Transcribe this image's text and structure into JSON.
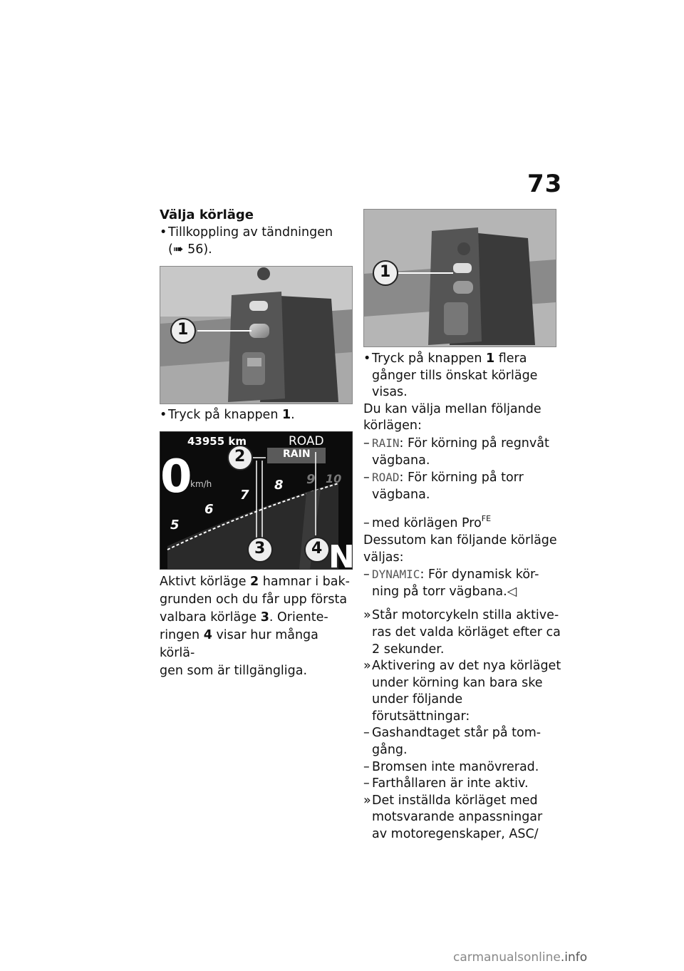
{
  "page_number": "73",
  "left": {
    "heading": "Välja körläge",
    "bullet1_line1": "Tillkoppling av tändningen",
    "bullet1_line2": "56).",
    "bullet1_open": "(",
    "fig1_labels": [
      "1"
    ],
    "bullet2_text": "Tryck på knappen ",
    "bullet2_num": "1",
    "bullet2_tail": ".",
    "dash": {
      "odometer": "43955 km",
      "mode_current": "ROAD",
      "mode_selected": "RAIN",
      "unit": "km/h",
      "digits": [
        "5",
        "6",
        "7",
        "8",
        "9",
        "10"
      ],
      "gear": "N",
      "callouts": [
        "2",
        "3",
        "4"
      ],
      "left_char": "0"
    },
    "para_lines": [
      "Aktivt körläge ",
      "2",
      " hamnar i bak-",
      "grunden och du får upp första",
      "valbara körläge ",
      "3",
      ". Oriente-",
      "ringen ",
      "4",
      " visar hur många körlä-",
      "gen som är tillgängliga."
    ]
  },
  "right": {
    "fig_labels": [
      "1"
    ],
    "bullet_a": [
      "Tryck på knappen ",
      "1",
      " flera",
      "gånger tills önskat körläge",
      "visas."
    ],
    "intro": [
      "Du kan välja mellan följande",
      "körlägen:"
    ],
    "rain_code": "RAIN",
    "rain_text": ": För körning på regnvåt",
    "rain_text2": "vägbana.",
    "road_code": "ROAD",
    "road_text": ": För körning på torr",
    "road_text2": "vägbana.",
    "pro_line": "med körlägen Pro",
    "pro_sup": "FE",
    "extra": [
      "Dessutom kan följande körläge",
      "väljas:"
    ],
    "dynamic_code": "DYNAMIC",
    "dynamic_text": ": För dynamisk kör-",
    "dynamic_text2": "ning på torr vägbana.",
    "end_mark": "◁",
    "result1": [
      "Står motorcykeln stilla aktive-",
      "ras det valda körläget efter ca",
      "2 sekunder."
    ],
    "result2": [
      "Aktivering av det nya körläget",
      "under körning kan bara ske",
      "under följande förutsättningar:"
    ],
    "cond": [
      [
        "Gashandtaget står på tom-",
        "gång."
      ],
      [
        "Bromsen inte manövrerad."
      ],
      [
        "Farthållaren är inte aktiv."
      ]
    ],
    "result3": [
      "Det inställda körläget med",
      "motsvarande anpassningar",
      "av motoregenskaper, ASC/"
    ]
  },
  "watermark": {
    "main": "carmanualsonline",
    "ext": ".info"
  }
}
